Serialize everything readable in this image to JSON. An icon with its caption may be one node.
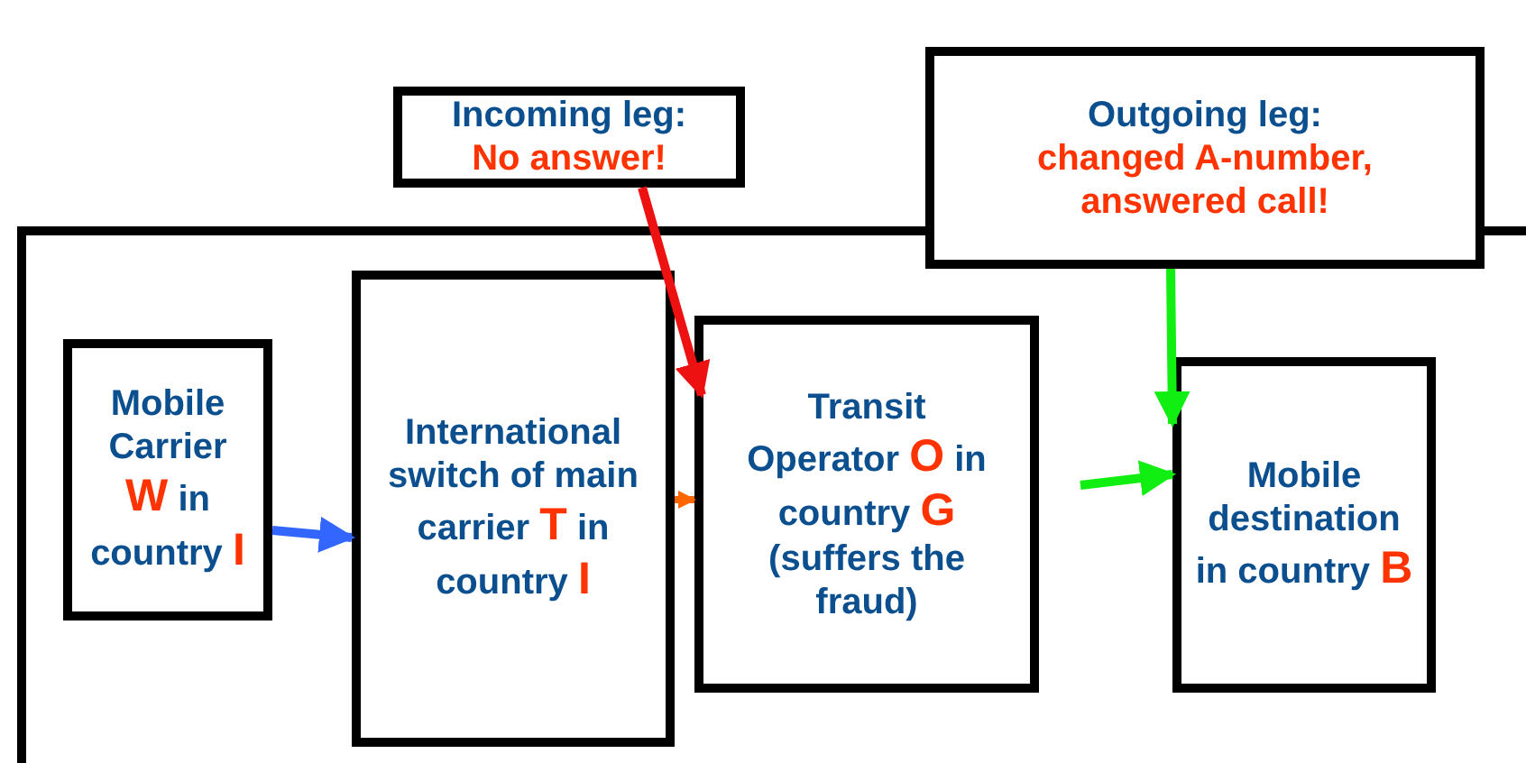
{
  "diagram": {
    "nodes": [
      {
        "text": [
          "Incoming leg:",
          "No answer!"
        ]
      },
      {
        "text": [
          "Outgoing leg:",
          "changed A-number, answered call!"
        ]
      },
      {
        "text": [
          "Mobile Carrier",
          "W",
          "in country",
          "I"
        ]
      },
      {
        "text": [
          "International switch of main carrier",
          "T",
          "in country",
          "I"
        ]
      },
      {
        "text": [
          "Transit Operator",
          "O",
          "in country",
          "G",
          "(suffers the fraud)"
        ]
      },
      {
        "text": [
          "Mobile destination in country",
          "B"
        ]
      }
    ],
    "edges": [
      {
        "from": 2,
        "to": 3,
        "arrow": "to",
        "color": "#3366ff"
      },
      {
        "from": 3,
        "to": 4,
        "arrow": "to",
        "color": "#ff6600"
      },
      {
        "from": 0,
        "to": 4,
        "arrow": "to",
        "color": "#ee1111"
      },
      {
        "from": 1,
        "to": 5,
        "arrow": "to",
        "color": "#11ee11"
      },
      {
        "from": 4,
        "to": 5,
        "arrow": "to",
        "color": "#11ee11"
      }
    ]
  }
}
